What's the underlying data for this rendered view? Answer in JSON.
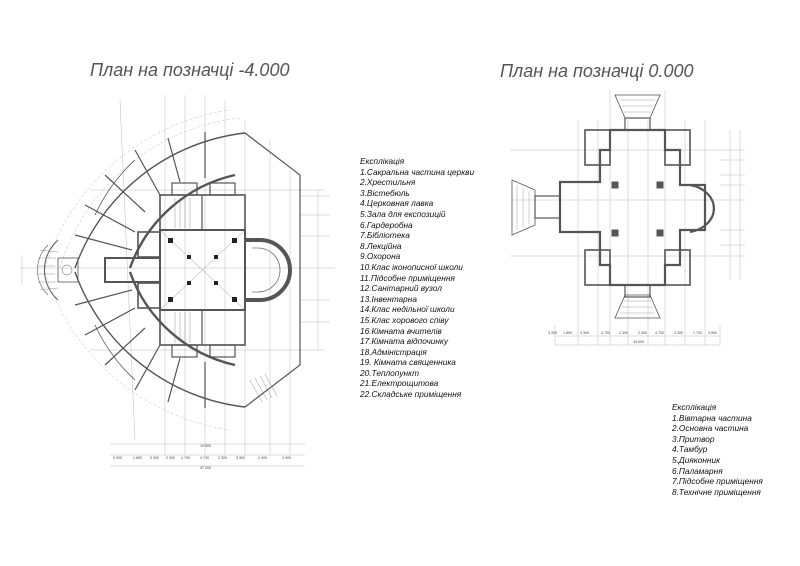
{
  "plan_left": {
    "title": "План на позначці -4.000",
    "legend_heading": "Експлікація",
    "legend_items": [
      "1.Сакральна частина церкви",
      "2.Хрестильня",
      "3.Вістебюль",
      "4.Церковная лавка",
      "5.Зала для експозицій",
      "6.Гардеробна",
      "7.Бібліотека",
      "8.Лекційна",
      "9.Охорона",
      "10.Клас іконописної школи",
      "11.Підсобне приміщення",
      "12.Санітарний вузол",
      "13.Інвентарна",
      "14.Клас недільної школи",
      "15.Клас хорового співу",
      "16.Кімната вчителів",
      "17.Кімната відпочинку",
      "18.Адміністрація",
      "19. Кімната священника",
      "20.Теплопункт",
      "21.Електрощитова",
      "22.Складське приміщення"
    ],
    "dims_bottom_1": [
      "3 900",
      "1 800",
      "3 300",
      "2 300",
      "4 700",
      "4 700",
      "2 300",
      "3 300",
      "2 400",
      "3 900"
    ],
    "dims_bottom_2": "19 800",
    "dims_bottom_3": "37 200"
  },
  "plan_right": {
    "title": "План на позначці 0.000",
    "legend_heading": "Експлікація",
    "legend_items": [
      "1.Вівтарна частина",
      "2.Основна частина",
      "3.Притвор",
      "4.Тамбур",
      "5.Дияконник",
      "6.Паламарня",
      "7.Підсобне приміщення",
      "8.Технічне приміщення"
    ],
    "dims_bottom_1": [
      "3 300",
      "1 800",
      "3 300",
      "4 700",
      "2 300",
      "2 300",
      "4 700",
      "3 300",
      "1 700",
      "4 900"
    ],
    "dims_bottom_2": "34 000"
  },
  "colors": {
    "wall": "#555555",
    "line": "#9a9a9a",
    "text": "#222222"
  }
}
